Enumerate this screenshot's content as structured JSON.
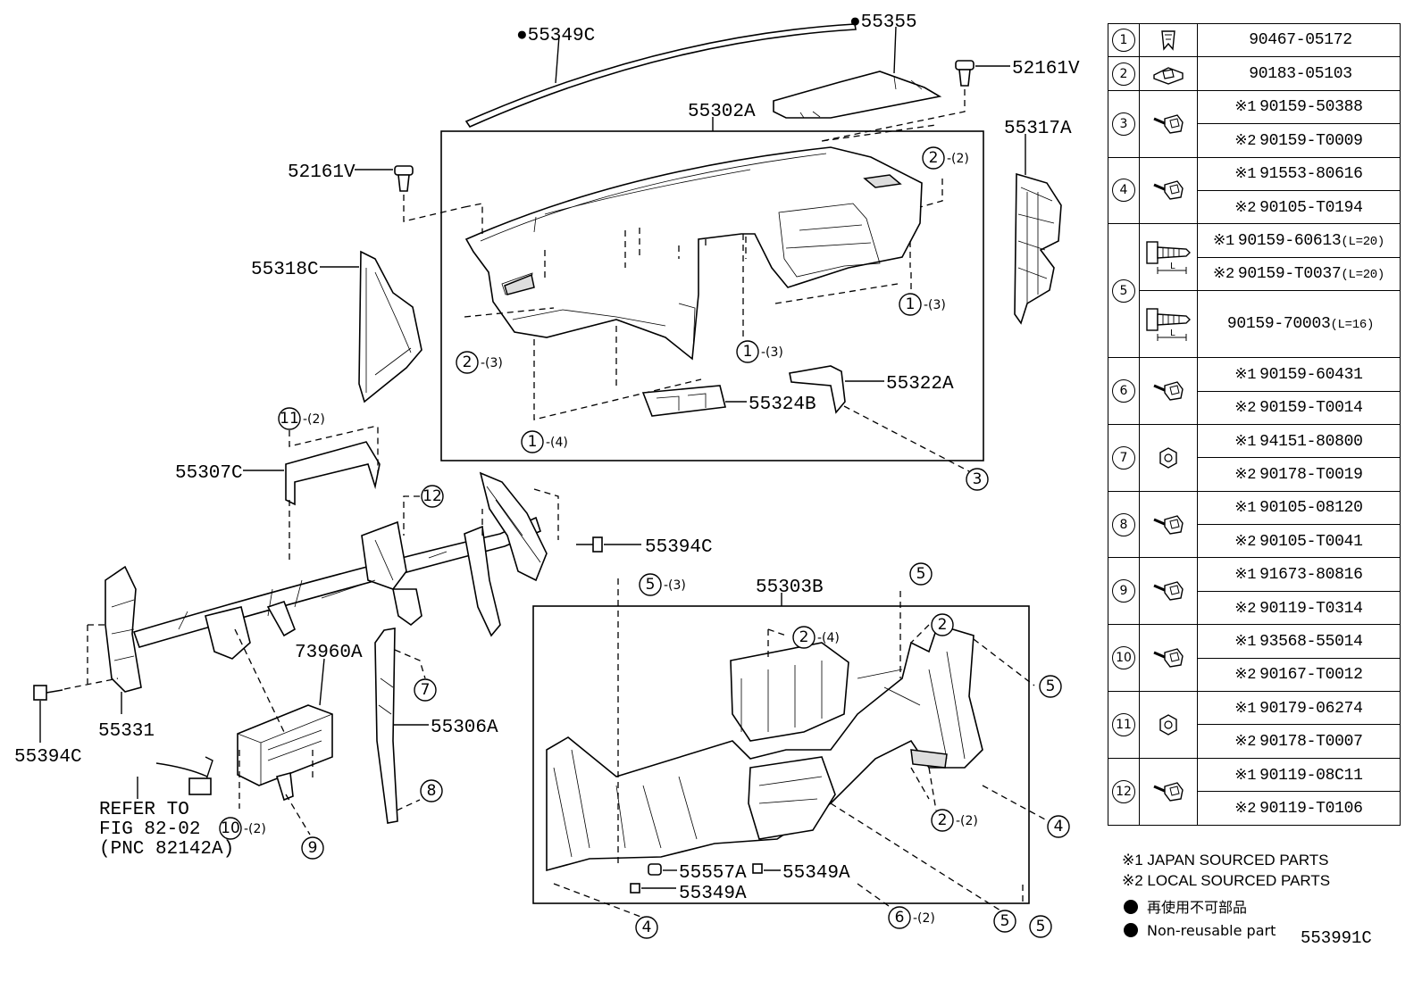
{
  "callouts": {
    "p55349C": "●55349C",
    "p55355": "●55355",
    "p52161V_top": "52161V",
    "p55302A": "55302A",
    "p55317A": "55317A",
    "p52161V_left": "52161V",
    "p55318C": "55318C",
    "p55322A": "55322A",
    "p55324B": "55324B",
    "p55307C": "55307C",
    "p55394C_mid": "55394C",
    "p55303B": "55303B",
    "p73960A": "73960A",
    "p55331": "55331",
    "p55394C_left": "55394C",
    "p55306A": "55306A",
    "p55557A": "55557A",
    "p55349A_a": "55349A",
    "p55349A_b": "55349A",
    "refer1": "REFER TO",
    "refer2": "FIG 82-02",
    "refer3": "(PNC 82142A)"
  },
  "qty": {
    "q2_2": "-(2)",
    "q1_3a": "-(3)",
    "q2_3": "-(3)",
    "q1_3b": "-(3)",
    "q1_4": "-(4)",
    "q11_2": "-(2)",
    "q5_3": "-(3)",
    "q2_4": "-(4)",
    "q2_2b": "-(2)",
    "q10_2": "-(2)",
    "q6_2": "-(2)"
  },
  "parts_table": {
    "rows": [
      {
        "no": "1",
        "icon": "clip-icon",
        "lines": [
          {
            "prefix": "",
            "pn": "90467-05172",
            "len": ""
          }
        ]
      },
      {
        "no": "2",
        "icon": "nut-clip-icon",
        "lines": [
          {
            "prefix": "",
            "pn": "90183-05103",
            "len": ""
          }
        ]
      },
      {
        "no": "3",
        "icon": "bolt-icon",
        "lines": [
          {
            "prefix": "※1",
            "pn": "90159-50388",
            "len": ""
          },
          {
            "prefix": "※2",
            "pn": "90159-T0009",
            "len": ""
          }
        ]
      },
      {
        "no": "4",
        "icon": "bolt-icon",
        "lines": [
          {
            "prefix": "※1",
            "pn": "91553-80616",
            "len": ""
          },
          {
            "prefix": "※2",
            "pn": "90105-T0194",
            "len": ""
          }
        ]
      },
      {
        "no": "5",
        "icon": "screw-icon",
        "lines": [
          {
            "prefix": "※1",
            "pn": "90159-60613",
            "len": "(L=20)"
          },
          {
            "prefix": "※2",
            "pn": "90159-T0037",
            "len": "(L=20)"
          }
        ]
      },
      {
        "no": "",
        "icon": "screw-icon",
        "lines": [
          {
            "prefix": "",
            "pn": "90159-70003",
            "len": "(L=16)"
          }
        ]
      },
      {
        "no": "6",
        "icon": "bolt-icon",
        "lines": [
          {
            "prefix": "※1",
            "pn": "90159-60431",
            "len": ""
          },
          {
            "prefix": "※2",
            "pn": "90159-T0014",
            "len": ""
          }
        ]
      },
      {
        "no": "7",
        "icon": "nut-icon",
        "lines": [
          {
            "prefix": "※1",
            "pn": "94151-80800",
            "len": ""
          },
          {
            "prefix": "※2",
            "pn": "90178-T0019",
            "len": ""
          }
        ]
      },
      {
        "no": "8",
        "icon": "bolt-icon",
        "lines": [
          {
            "prefix": "※1",
            "pn": "90105-08120",
            "len": ""
          },
          {
            "prefix": "※2",
            "pn": "90105-T0041",
            "len": ""
          }
        ]
      },
      {
        "no": "9",
        "icon": "bolt-icon",
        "lines": [
          {
            "prefix": "※1",
            "pn": "91673-80816",
            "len": ""
          },
          {
            "prefix": "※2",
            "pn": "90119-T0314",
            "len": ""
          }
        ]
      },
      {
        "no": "10",
        "icon": "bolt-icon",
        "lines": [
          {
            "prefix": "※1",
            "pn": "93568-55014",
            "len": ""
          },
          {
            "prefix": "※2",
            "pn": "90167-T0012",
            "len": ""
          }
        ]
      },
      {
        "no": "11",
        "icon": "nut-icon",
        "lines": [
          {
            "prefix": "※1",
            "pn": "90179-06274",
            "len": ""
          },
          {
            "prefix": "※2",
            "pn": "90178-T0007",
            "len": ""
          }
        ]
      },
      {
        "no": "12",
        "icon": "bolt-icon",
        "lines": [
          {
            "prefix": "※1",
            "pn": "90119-08C11",
            "len": ""
          },
          {
            "prefix": "※2",
            "pn": "90119-T0106",
            "len": ""
          }
        ]
      }
    ]
  },
  "legend": {
    "japan": "※1 JAPAN SOURCED PARTS",
    "local": "※2 LOCAL SOURCED PARTS",
    "nonreusable_jp": "再使用不可部品",
    "nonreusable_en": "Non-reusable part"
  },
  "figure_code": "553991C"
}
